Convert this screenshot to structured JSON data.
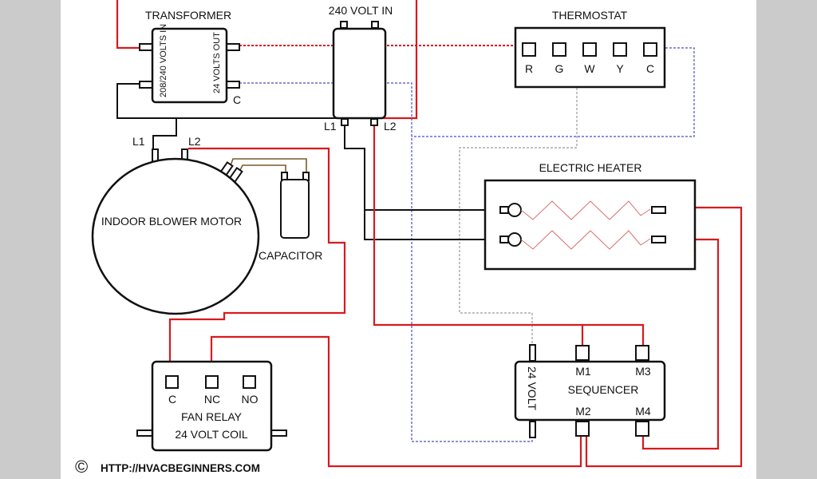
{
  "diagram": {
    "title": "HVAC electric heat wiring diagram",
    "colors": {
      "line_voltage": "#d8191f",
      "neutral_black": "#111111",
      "low_voltage_blue": "#4b4bc8",
      "low_voltage_gray": "#9a9a9a",
      "capacitor_wire": "#7a5a2a",
      "heater_coil": "#d87070",
      "margin": "#cbcbcb"
    },
    "components": {
      "transformer": {
        "label": "TRANSFORMER",
        "input_label": "208/240 VOLTS IN",
        "output_label": "24 VOLTS OUT",
        "common_label": "C"
      },
      "power_in": {
        "label": "240 VOLT IN",
        "l1": "L1",
        "l2": "L2"
      },
      "thermostat": {
        "label": "THERMOSTAT",
        "terminals": [
          "R",
          "G",
          "W",
          "Y",
          "C"
        ]
      },
      "blower_motor": {
        "label": "INDOOR BLOWER MOTOR",
        "l1": "L1",
        "l2": "L2"
      },
      "capacitor": {
        "label": "CAPACITOR"
      },
      "heater": {
        "label": "ELECTRIC HEATER"
      },
      "sequencer": {
        "label": "SEQUENCER",
        "coil_label": "24 VOLT",
        "terminals": [
          "M1",
          "M3",
          "M2",
          "M4"
        ]
      },
      "fan_relay": {
        "label_line1": "FAN RELAY",
        "label_line2": "24 VOLT COIL",
        "terminals": [
          "C",
          "NC",
          "NO"
        ]
      }
    },
    "copyright": {
      "symbol": "©",
      "text": "HTTP://HVACBEGINNERS.COM"
    }
  }
}
